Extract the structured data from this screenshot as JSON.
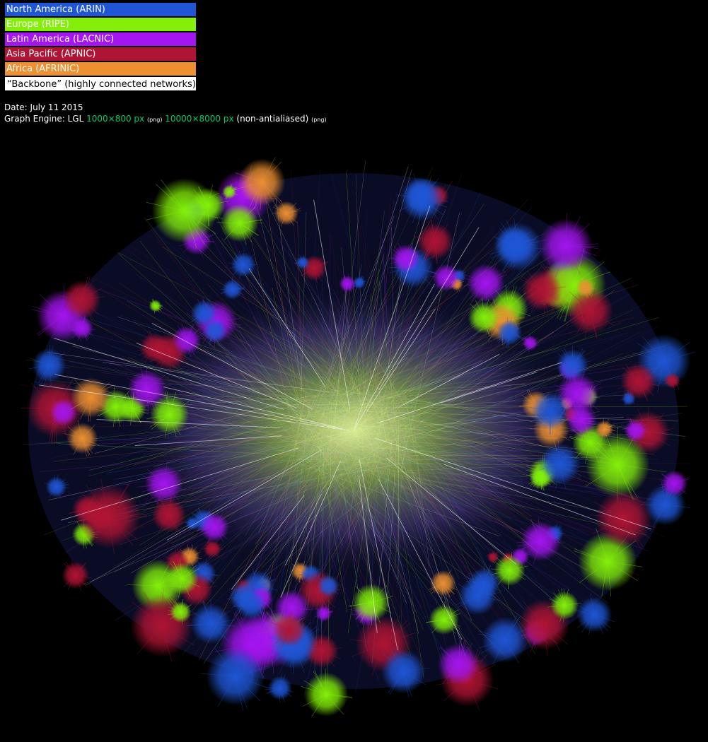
{
  "legend": [
    {
      "label": "North America (ARIN)",
      "color": "#1f56d6"
    },
    {
      "label": "Europe (RIPE)",
      "color": "#84f00a"
    },
    {
      "label": "Latin America (LACNIC)",
      "color": "#a415f0"
    },
    {
      "label": "Asia Pacific (APNIC)",
      "color": "#b01434"
    },
    {
      "label": "Africa (AFRINIC)",
      "color": "#ec9032"
    },
    {
      "label": "“Backbone” (highly connected networks)",
      "color": "#ffffff"
    }
  ],
  "meta": {
    "date": "Date: July 11 2015",
    "engine_label": "Graph Engine: LGL",
    "link1": "1000×800 px",
    "png1": "(png)",
    "link2": "10000×8000 px",
    "non_aa": "(non-antialiased)",
    "png2": "(png)"
  }
}
